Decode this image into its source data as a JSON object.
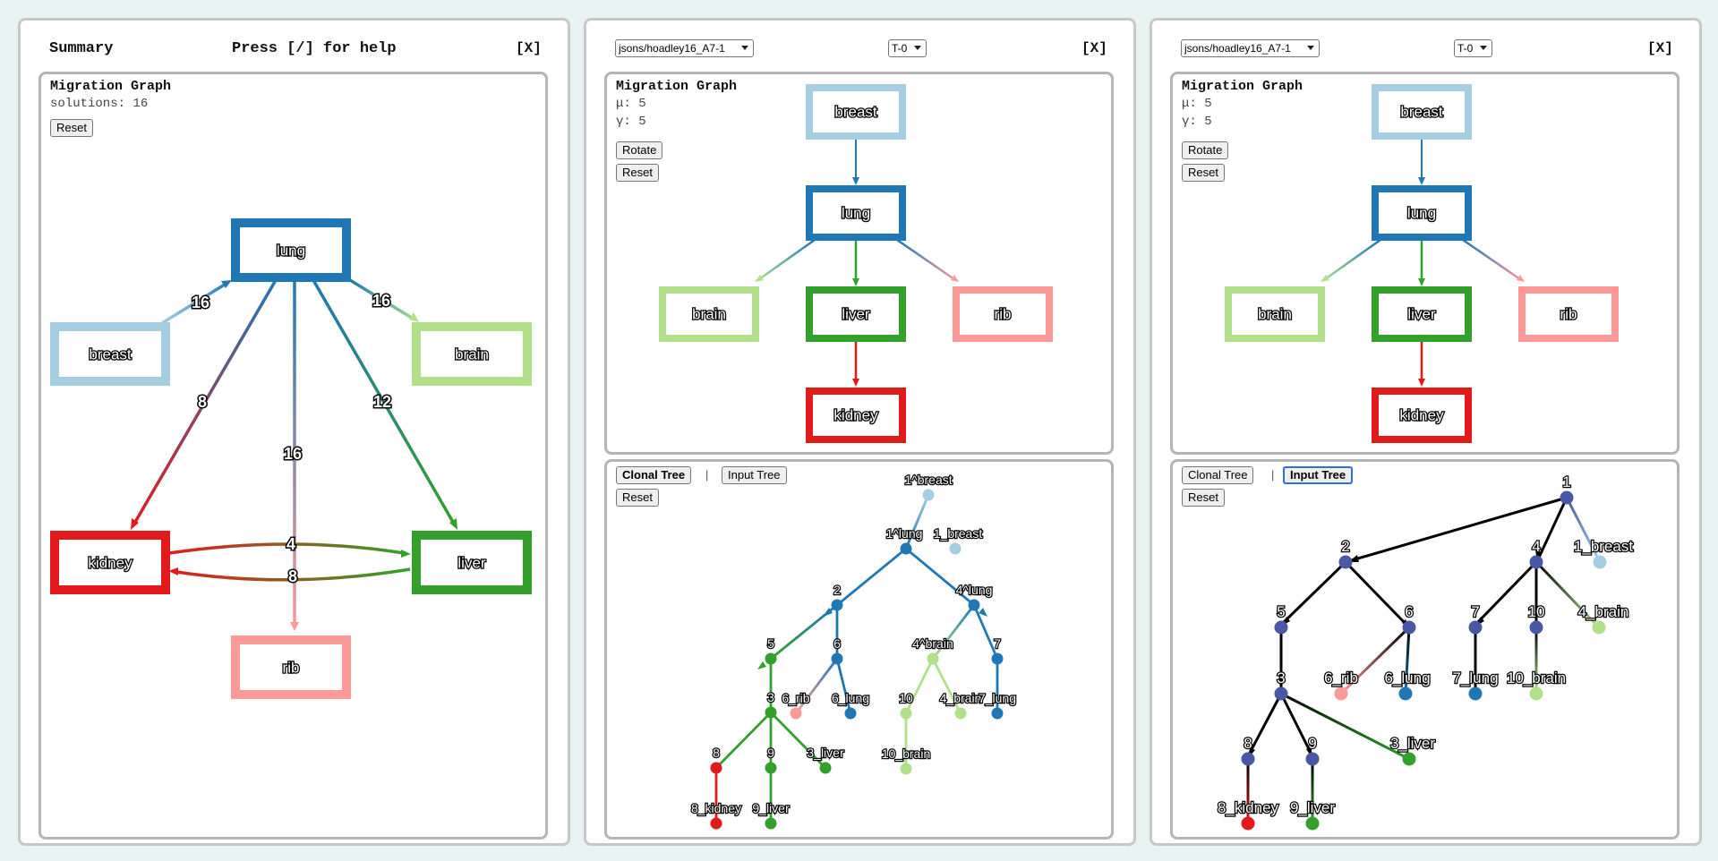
{
  "colors": {
    "breast": "#a6cee3",
    "lung": "#1f78b4",
    "brain": "#b2df8a",
    "liver": "#33a02c",
    "rib": "#fb9a99",
    "kidney": "#e31a1c",
    "inner": "#4a56a6",
    "black": "#000000"
  },
  "summary": {
    "title": "Summary",
    "help": "Press [/] for help",
    "close": "[X]",
    "graph_title": "Migration Graph",
    "solutions": "solutions: 16",
    "reset": "Reset",
    "nodes": [
      "lung",
      "breast",
      "brain",
      "kidney",
      "liver",
      "rib"
    ],
    "edges": [
      {
        "from": "breast",
        "to": "lung",
        "label": "16"
      },
      {
        "from": "lung",
        "to": "brain",
        "label": "16"
      },
      {
        "from": "lung",
        "to": "kidney",
        "label": "8"
      },
      {
        "from": "lung",
        "to": "liver",
        "label": "12"
      },
      {
        "from": "lung",
        "to": "rib",
        "label": "16"
      },
      {
        "from": "kidney",
        "to": "liver",
        "label": "4"
      },
      {
        "from": "liver",
        "to": "kidney",
        "label": "8"
      }
    ]
  },
  "solution_panels": [
    {
      "file": "jsons/hoadley16_A7-1",
      "tree_select": "T-0",
      "close": "[X]",
      "graph_title": "Migration Graph",
      "mu": "μ: 5",
      "gamma": "γ: 5",
      "rotate": "Rotate",
      "reset": "Reset",
      "tab_clonal": "Clonal Tree",
      "tab_sep": "|",
      "tab_input": "Input Tree",
      "tree_reset": "Reset",
      "active_tab": "clonal",
      "graph_nodes": [
        "breast",
        "lung",
        "brain",
        "liver",
        "rib",
        "kidney"
      ],
      "tree_nodes": [
        "1^breast",
        "1^lung",
        "1_breast",
        "2",
        "4^lung",
        "5",
        "6",
        "4^brain",
        "7",
        "3",
        "6_rib",
        "6_lung",
        "10",
        "4_brain",
        "7_lung",
        "8",
        "9",
        "3_liver",
        "10_brain",
        "8_kidney",
        "9_liver"
      ]
    },
    {
      "file": "jsons/hoadley16_A7-1",
      "tree_select": "T-0",
      "close": "[X]",
      "graph_title": "Migration Graph",
      "mu": "μ: 5",
      "gamma": "γ: 5",
      "rotate": "Rotate",
      "reset": "Reset",
      "tab_clonal": "Clonal Tree",
      "tab_sep": "|",
      "tab_input": "Input Tree",
      "tree_reset": "Reset",
      "active_tab": "input",
      "graph_nodes": [
        "breast",
        "lung",
        "brain",
        "liver",
        "rib",
        "kidney"
      ],
      "tree_nodes": [
        "1",
        "2",
        "4",
        "1_breast",
        "5",
        "6",
        "7",
        "10",
        "4_brain",
        "3",
        "6_rib",
        "6_lung",
        "7_lung",
        "10_brain",
        "8",
        "9",
        "3_liver",
        "8_kidney",
        "9_liver"
      ]
    }
  ]
}
